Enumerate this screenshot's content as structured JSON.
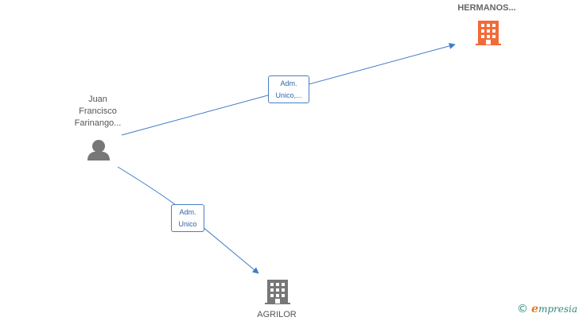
{
  "nodes": {
    "person": {
      "lines": [
        "Juan",
        "Francisco",
        "Farinango..."
      ],
      "icon": "person-icon"
    },
    "company_top": {
      "label": "HERMANOS...",
      "icon": "building-icon",
      "color": "#f26b38"
    },
    "company_bottom": {
      "label": "AGRILOR",
      "icon": "building-icon",
      "color": "#777777"
    }
  },
  "edges": {
    "to_top": {
      "lines": [
        "Adm.",
        "Unico,..."
      ]
    },
    "to_bottom": {
      "lines": [
        "Adm.",
        "Unico"
      ]
    }
  },
  "colors": {
    "edge": "#3f7cc7",
    "person": "#777777"
  },
  "brand": {
    "copyright": "©",
    "initial": "e",
    "rest": "mpresia"
  }
}
